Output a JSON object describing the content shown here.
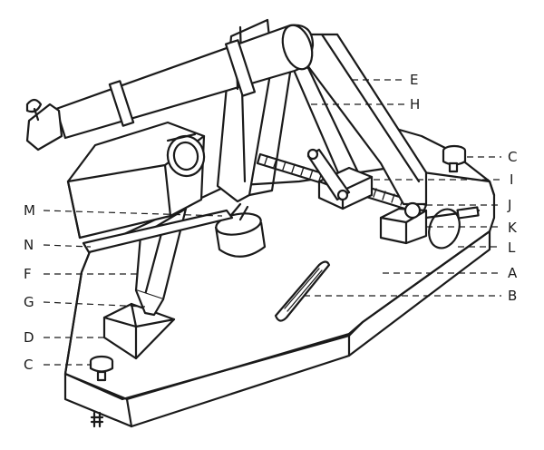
{
  "diagram": {
    "labels": {
      "E": "E",
      "H": "H",
      "C_top": "C",
      "I": "I",
      "J": "J",
      "M": "M",
      "K": "K",
      "N": "N",
      "L": "L",
      "F": "F",
      "A": "A",
      "G": "G",
      "B": "B",
      "D": "D",
      "C_bottom": "C"
    }
  }
}
